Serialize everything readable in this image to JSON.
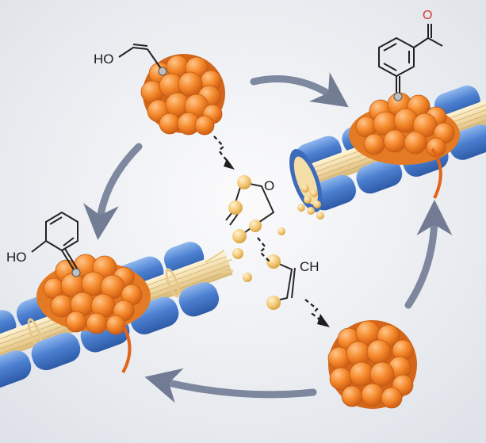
{
  "labels": {
    "hydroxyl_top": "HO",
    "carbonyl_top": "O",
    "ring_oxygen": "O",
    "hydroxyl_left": "HO",
    "ch_group": "CH"
  },
  "colors": {
    "background": "#eef0f3",
    "microtubule_blue": "#3f73c8",
    "microtubule_blue_light": "#7aa7e6",
    "fiber_core": "#f2deaf",
    "protein_orange": "#f5892b",
    "protein_orange_light": "#ffb46b",
    "protein_orange_dark": "#d3661a",
    "fragment_yellow": "#f4c978",
    "cycle_arrow": "#6b7690",
    "carbonyl_red": "#d93a2b"
  },
  "icons": [
    "cycle-arrow-icon",
    "protein-cluster-icon",
    "molecule-icon",
    "zigzag-arrow-icon"
  ]
}
